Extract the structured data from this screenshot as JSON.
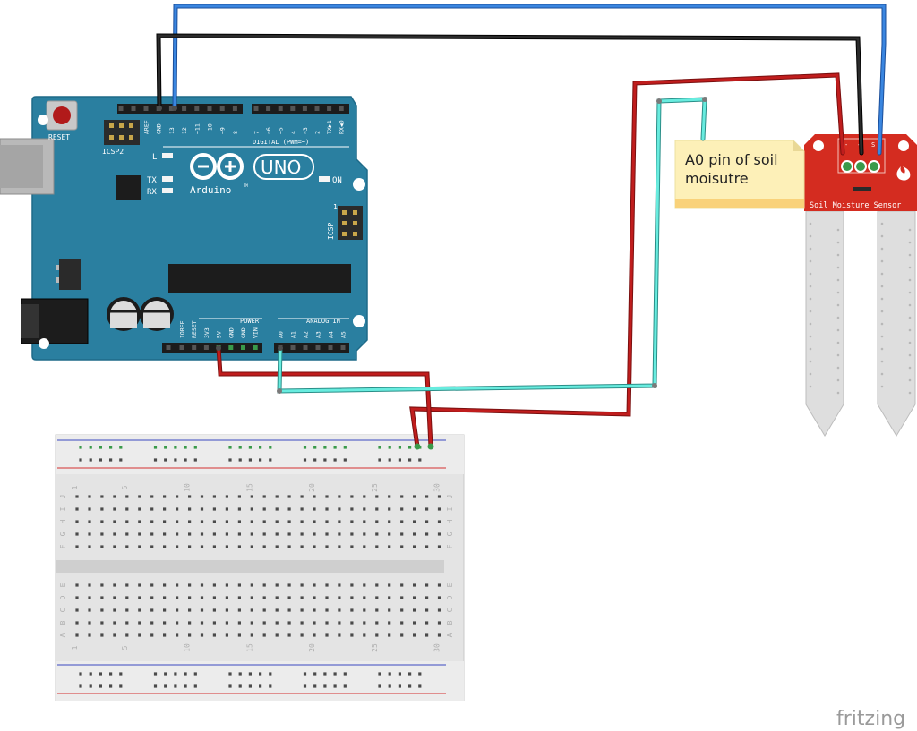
{
  "arduino": {
    "reset_label": "RESET",
    "icsp2_label": "ICSP2",
    "icsp_label": "ICSP",
    "icsp_pin1": "1",
    "digital_label": "DIGITAL (PWM=~)",
    "digital_pins": [
      "AREF",
      "GND",
      "13",
      "12",
      "~11",
      "~10",
      "~9",
      "8",
      "7",
      "~6",
      "~5",
      "4",
      "~3",
      "2",
      "TX▶1",
      "RX◀0"
    ],
    "led_l": "L",
    "led_tx": "TX",
    "led_rx": "RX",
    "on_label": "ON",
    "brand": "Arduino",
    "trademark": "TM",
    "model": "UNO",
    "power_label": "POWER",
    "power_pins": [
      "IOREF",
      "RESET",
      "3V3",
      "5V",
      "GND",
      "GND",
      "VIN"
    ],
    "analog_label": "ANALOG IN",
    "analog_pins": [
      "A0",
      "A1",
      "A2",
      "A3",
      "A4",
      "A5"
    ]
  },
  "sensor": {
    "label": "Soil Moisture Sensor",
    "pin_labels": [
      "-",
      "+",
      "S"
    ]
  },
  "note": {
    "line1": "A0 pin of soil",
    "line2": "moisutre"
  },
  "breadboard": {
    "col_numbers": [
      "1",
      "5",
      "10",
      "15",
      "20",
      "25",
      "30"
    ],
    "top_rows": [
      "J",
      "I",
      "H",
      "G",
      "F"
    ],
    "bottom_rows": [
      "E",
      "D",
      "C",
      "B",
      "A"
    ]
  },
  "colors": {
    "board": "#2a7fa0",
    "wire_red": "#b01a1a",
    "wire_black": "#1a1a1a",
    "wire_blue": "#2f7ad8",
    "wire_cyan": "#5fe3d8",
    "sensor_red": "#d42c20",
    "note_yellow": "#fdf0b8"
  },
  "watermark": "fritzing"
}
